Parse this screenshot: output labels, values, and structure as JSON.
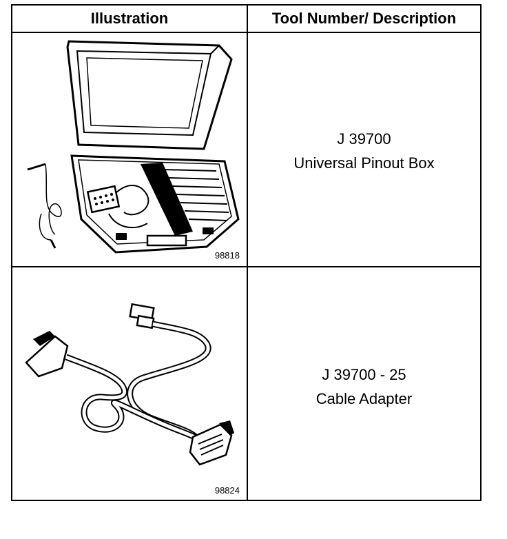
{
  "header": {
    "col1": "Illustration",
    "col2": "Tool Number/ Description"
  },
  "rows": [
    {
      "tool_number": "J 39700",
      "description": "Universal Pinout Box",
      "figure_number": "98818",
      "illustration_icon": "pinout-box-case-icon"
    },
    {
      "tool_number": "J 39700 - 25",
      "description": "Cable Adapter",
      "figure_number": "98824",
      "illustration_icon": "cable-adapter-icon"
    }
  ]
}
